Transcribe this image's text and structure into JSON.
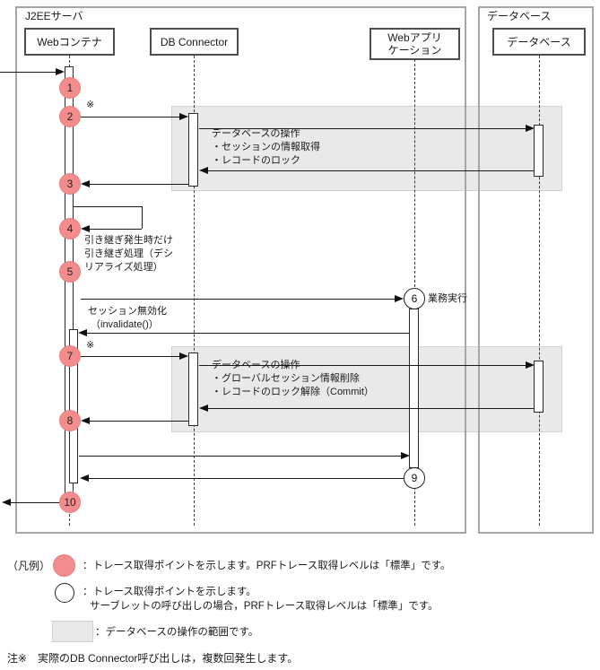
{
  "header": {
    "j2ee_label": "J2EEサーバ",
    "db_container_label": "データベース",
    "participants": [
      {
        "label": "Webコンテナ"
      },
      {
        "label": "DB Connector"
      },
      {
        "lines": [
          "Webアプリ",
          "ケーション"
        ]
      },
      {
        "label": "データベース"
      }
    ]
  },
  "points": {
    "p1": "1",
    "p2": "2",
    "p3": "3",
    "p4": "4",
    "p5": "5",
    "p6": "6",
    "p7": "7",
    "p8": "8",
    "p9": "9",
    "p10": "10"
  },
  "annotations": {
    "ref_mark": "※",
    "db_op1": [
      "データベースの操作",
      "・セッションの情報取得",
      "・レコードのロック"
    ],
    "handover": [
      "引き継ぎ発生時だけ",
      "引き継ぎ処理（デシ",
      "リアライズ処理）"
    ],
    "business_exec": "業務実行",
    "session_invalidate": [
      "セッション無効化",
      "（invalidate()）"
    ],
    "db_op2": [
      "データベースの操作",
      "・グローバルセッション情報削除",
      "・レコードのロック解除（Commit）"
    ]
  },
  "legend": {
    "title": "（凡例）",
    "filled_desc": "：トレース取得ポイントを示します。PRFトレース取得レベルは「標準」です。",
    "open_desc_1": "：トレース取得ポイントを示します。",
    "open_desc_2": "サーブレットの呼び出しの場合，PRFトレース取得レベルは「標準」です。",
    "range_desc": "：データベースの操作の範囲です。"
  },
  "note": "注※　実際のDB Connector呼び出しは，複数回発生します。",
  "colors": {
    "trace_point_fill": "#f38c8c",
    "trace_point_border": "#e87f7f",
    "range_fill": "#e9e9e9",
    "container_border": "#a6a6a6"
  }
}
